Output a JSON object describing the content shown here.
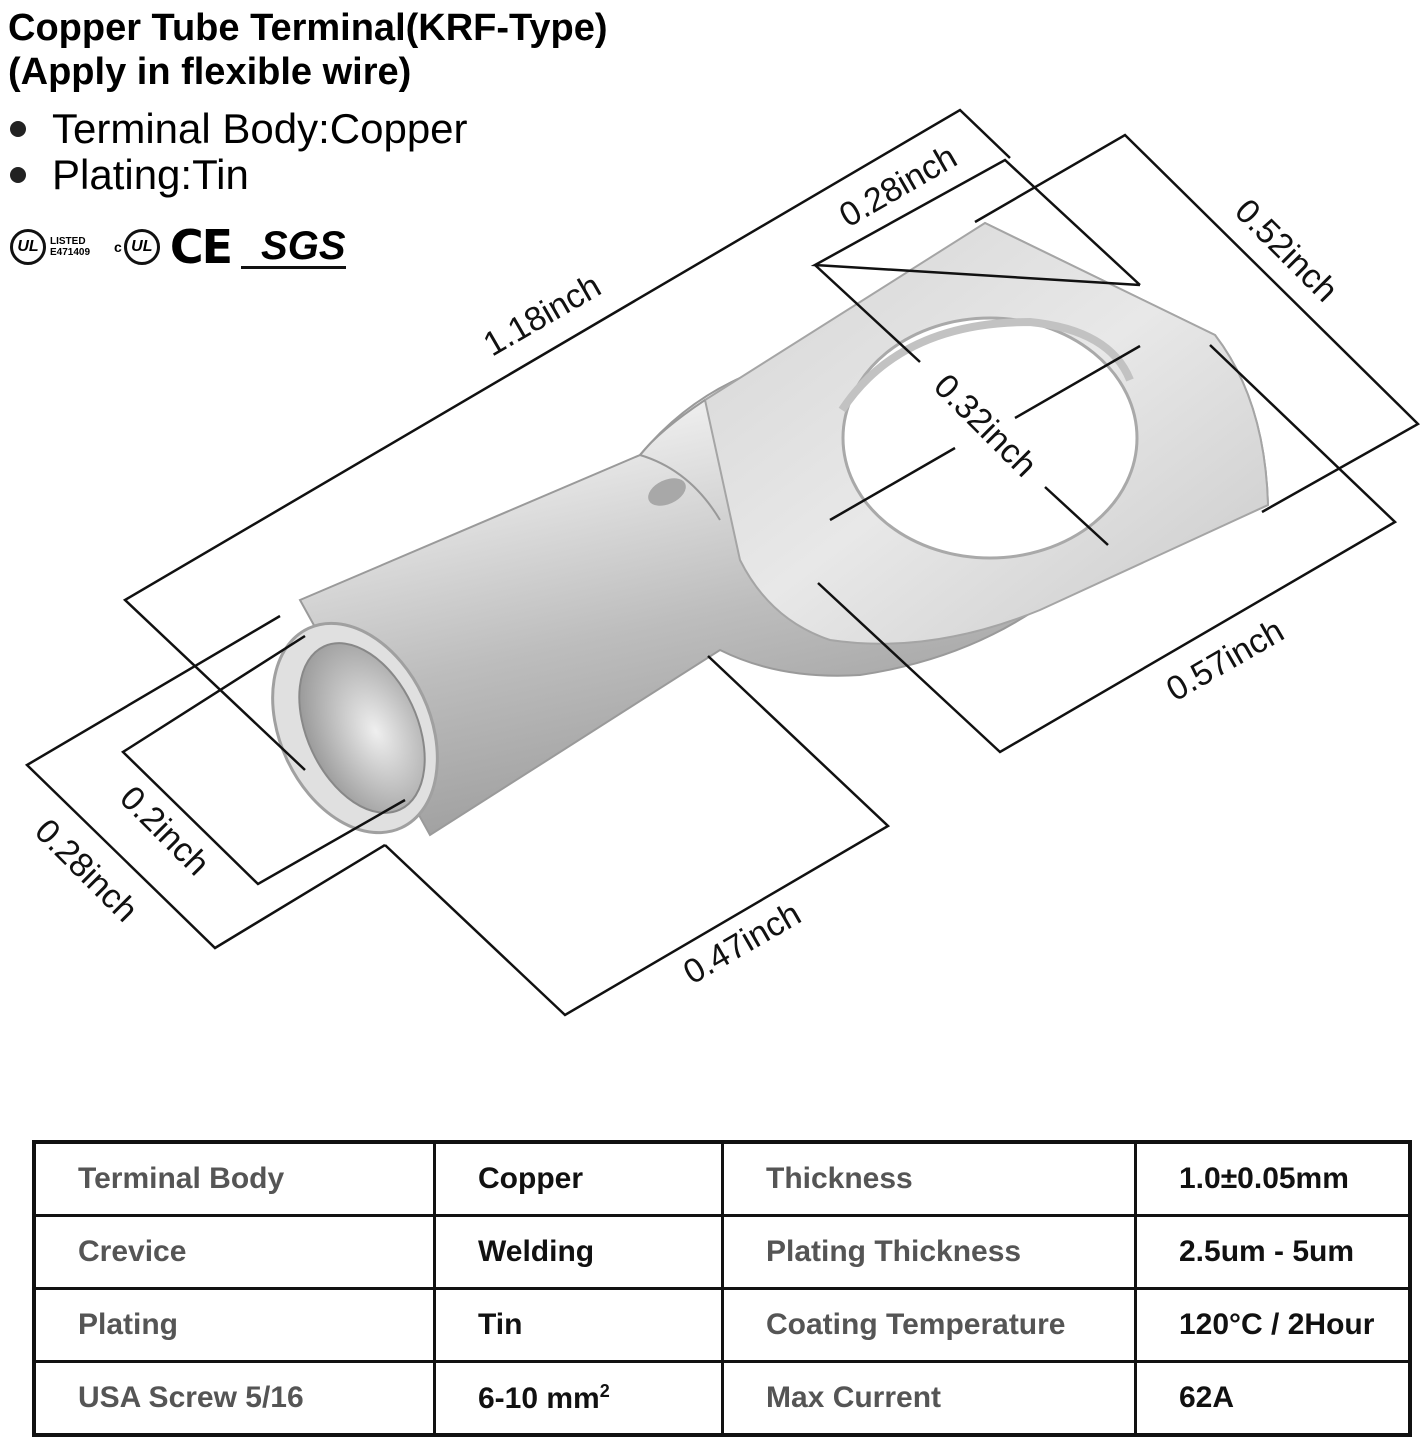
{
  "header": {
    "title_line1": "Copper Tube Terminal(KRF-Type)",
    "title_line2": "(Apply in flexible wire)",
    "bullets": [
      "Terminal Body:Copper",
      "Plating:Tin"
    ]
  },
  "certifications": {
    "ul_listed": "LISTED",
    "ul_number": "E471409",
    "ul_mark": "UL",
    "cul_prefix": "c",
    "ce": "CE",
    "sgs": "SGS"
  },
  "dimensions": {
    "total_length": "1.18inch",
    "tongue_length": "0.28inch",
    "tongue_width": "0.52inch",
    "hole_diameter": "0.32inch",
    "palm_length": "0.57inch",
    "barrel_length": "0.47inch",
    "inner_diameter": "0.2inch",
    "outer_diameter": "0.28inch"
  },
  "spec_table": [
    {
      "k1": "Terminal Body",
      "v1": "Copper",
      "k2": "Thickness",
      "v2": "1.0±0.05mm"
    },
    {
      "k1": "Crevice",
      "v1": "Welding",
      "k2": "Plating Thickness",
      "v2": "2.5um - 5um"
    },
    {
      "k1": "Plating",
      "v1": "Tin",
      "k2": "Coating Temperature",
      "v2": "120°C / 2Hour"
    },
    {
      "k1": "USA Screw 5/16",
      "v1": "6-10 mm",
      "v1_sup": "2",
      "k2": "Max Current",
      "v2": "62A"
    }
  ],
  "colors": {
    "metal_light": "#e6e6e6",
    "metal_mid": "#bdbdbd",
    "metal_dark": "#8c8c8c",
    "line": "#111111"
  }
}
